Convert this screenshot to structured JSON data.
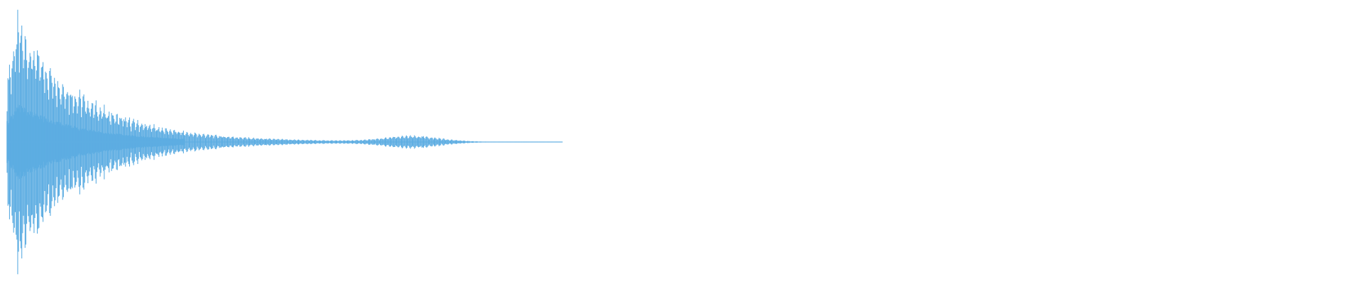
{
  "waveform": {
    "color": "#5dade2",
    "background": "#ffffff",
    "peak_amplitude": 1.0,
    "decay": "exponential",
    "cycles_visible": 145
  }
}
